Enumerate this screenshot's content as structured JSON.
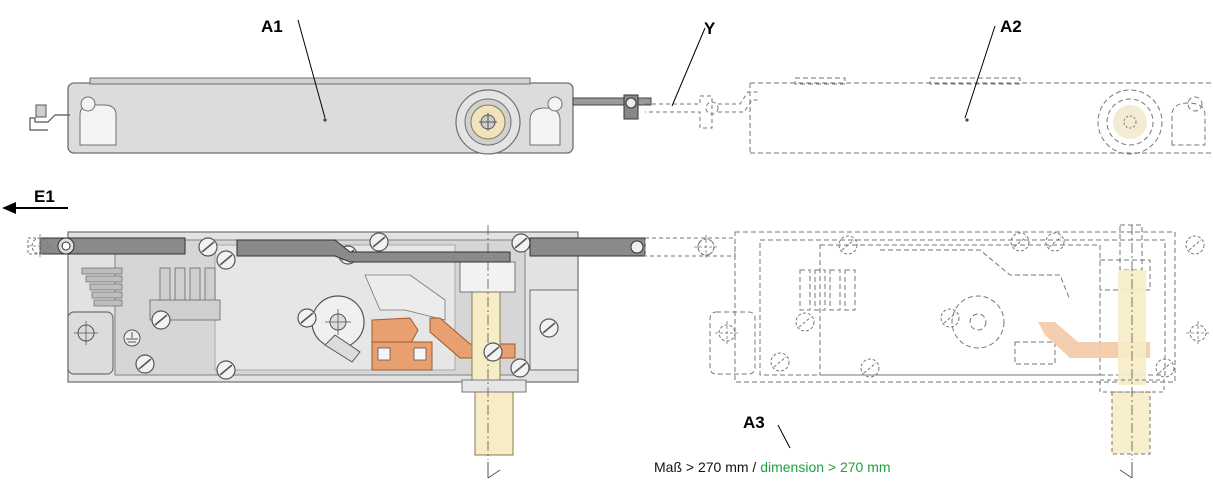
{
  "labels": {
    "a1": "A1",
    "a2": "A2",
    "a3": "A3",
    "y": "Y",
    "e1": "E1"
  },
  "caption": {
    "german": "Maß > 270 mm",
    "separator": " / ",
    "english": "dimension > 270 mm"
  },
  "colors": {
    "housing_fill": "#dcdcdc",
    "housing_stroke": "#6f6f6f",
    "dark_lever": "#8a8a8a",
    "copper": "#e8a070",
    "copper_light": "#f3c9a6",
    "pin_beige": "#f6edc6",
    "dashed": "#777777",
    "caption_green": "#1aa33a"
  },
  "icons": [
    "screw-icon",
    "ground-symbol-icon",
    "crosshair-icon"
  ]
}
